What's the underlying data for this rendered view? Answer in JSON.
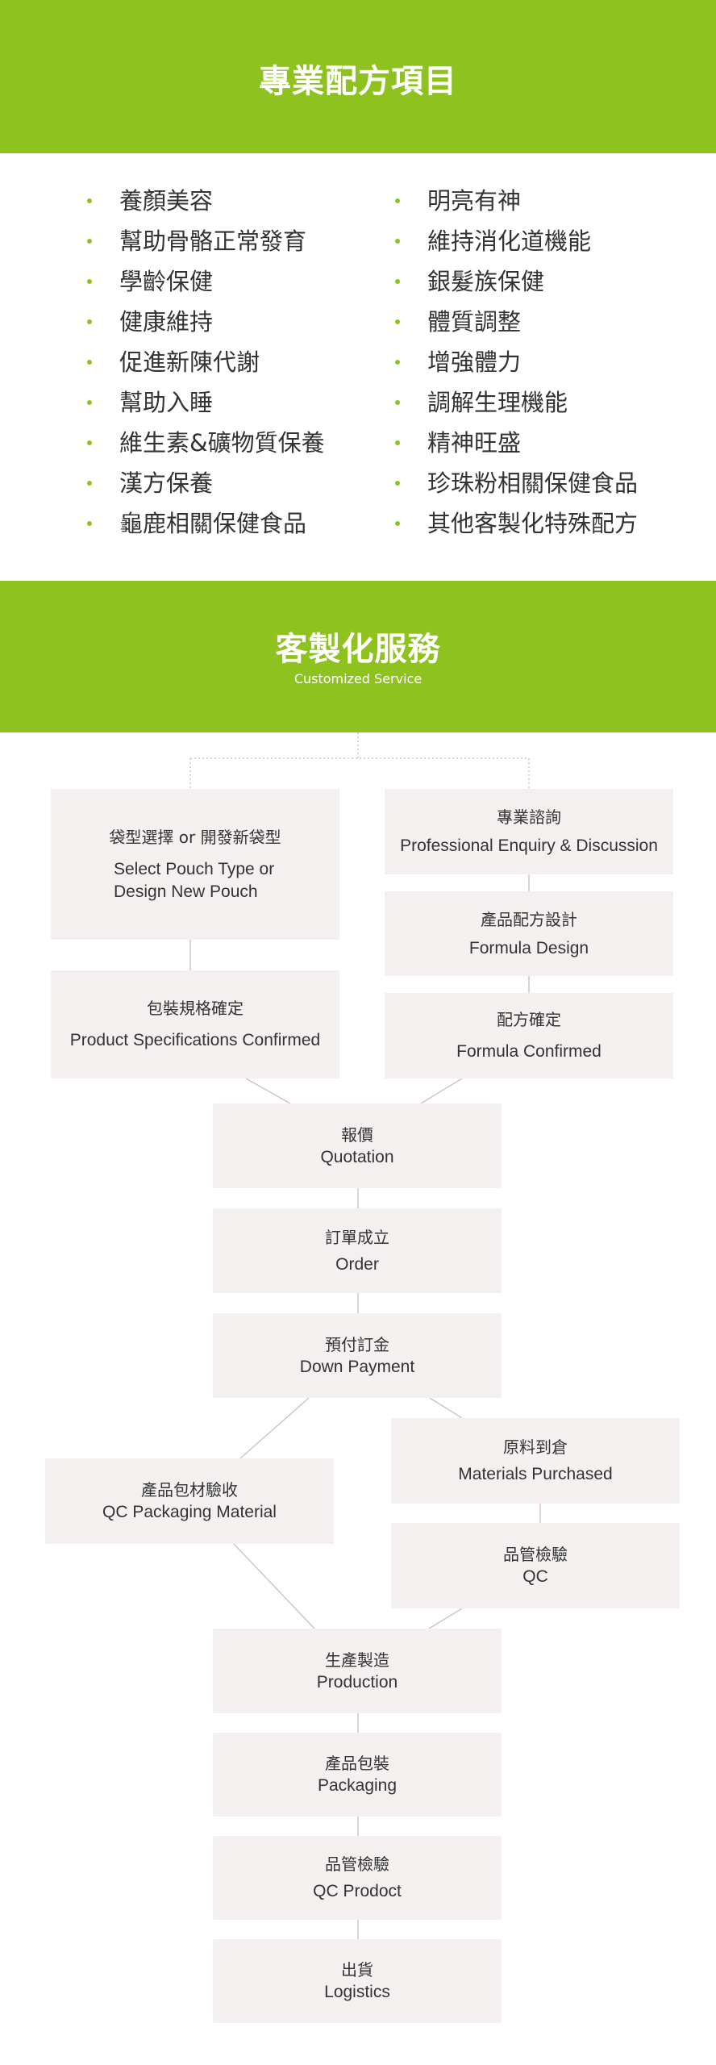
{
  "section1": {
    "title": "專業配方項目",
    "left_items": [
      "養顏美容",
      "幫助骨骼正常發育",
      "學齡保健",
      "健康維持",
      "促進新陳代謝",
      "幫助入睡",
      "維生素&礦物質保養",
      "漢方保養",
      "龜鹿相關保健食品"
    ],
    "right_items": [
      "明亮有神",
      "維持消化道機能",
      "銀髮族保健",
      "體質調整",
      "增強體力",
      "調解生理機能",
      "精神旺盛",
      "珍珠粉相關保健食品",
      "其他客製化特殊配方"
    ]
  },
  "section2": {
    "title": "客製化服務",
    "subtitle": "Customized Service",
    "steps": {
      "pouch": {
        "zh": "袋型選擇 or 開發新袋型",
        "en1": "Select Pouch Type or",
        "en2": "Design New Pouch"
      },
      "packspec": {
        "zh": "包裝規格確定",
        "en": "Product Specifications Confirmed"
      },
      "enquiry": {
        "zh": "專業諮詢",
        "en": "Professional Enquiry & Discussion"
      },
      "formula_design": {
        "zh": "產品配方設計",
        "en": "Formula Design"
      },
      "formula_confirmed": {
        "zh": "配方確定",
        "en": "Formula Confirmed"
      },
      "quotation": {
        "zh": "報價",
        "en": "Quotation"
      },
      "order": {
        "zh": "訂單成立",
        "en": "Order"
      },
      "down_payment": {
        "zh": "預付訂金",
        "en": "Down Payment"
      },
      "materials": {
        "zh": "原料到倉",
        "en": "Materials Purchased"
      },
      "qc_packaging": {
        "zh": "產品包材驗收",
        "en": "QC Packaging Material"
      },
      "qc": {
        "zh": "品管檢驗",
        "en": "QC"
      },
      "production": {
        "zh": "生產製造",
        "en": "Production"
      },
      "packaging": {
        "zh": "產品包裝",
        "en": "Packaging"
      },
      "qc_product": {
        "zh": "品管檢驗",
        "en": "QC Prodoct"
      },
      "logistics": {
        "zh": "出貨",
        "en": "Logistics"
      }
    }
  },
  "colors": {
    "accent": "#8dc21f",
    "box": "#f3f0ef",
    "line": "#c8c8c8"
  }
}
